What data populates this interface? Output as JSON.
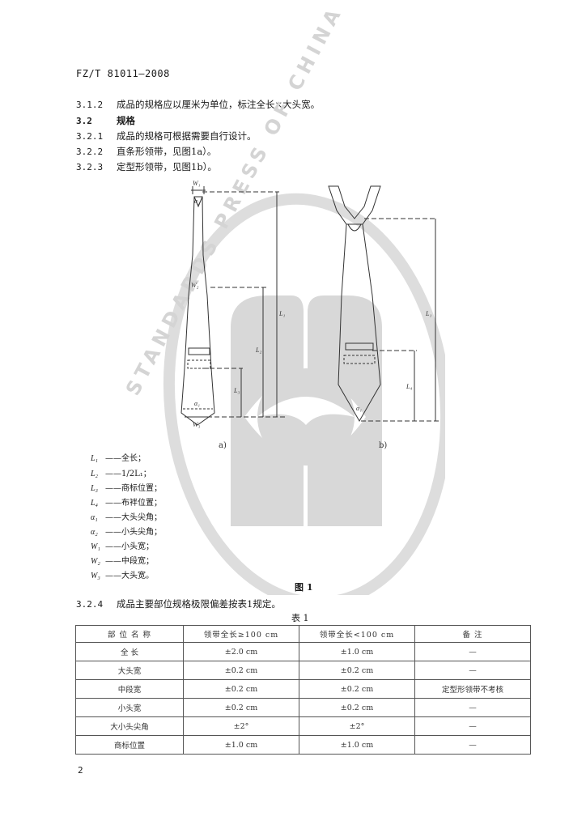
{
  "header": {
    "code": "FZ/T 81011—2008"
  },
  "lines": [
    {
      "num": "3.1.2",
      "text": "成品的规格应以厘米为单位，标注全长×大头宽。",
      "bold": false
    },
    {
      "num": "3.2",
      "text": "规格",
      "bold": true
    },
    {
      "num": "3.2.1",
      "text": "成品的规格可根据需要自行设计。",
      "bold": false
    },
    {
      "num": "3.2.2",
      "text": "直条形领带，见图1a）。",
      "bold": false
    },
    {
      "num": "3.2.3",
      "text": "定型形领带，见图1b）。",
      "bold": false
    }
  ],
  "watermark": {
    "text": "STANDARDS PRESS OF CHINA"
  },
  "figure": {
    "sub_a": "a)",
    "sub_b": "b)",
    "labels": {
      "W1": "W₁",
      "W2": "W₂",
      "W3": "W₃",
      "a1": "α₁",
      "a2": "α₂",
      "L1": "L₁",
      "L2": "L₂",
      "L3": "L₃",
      "L4": "L₄"
    }
  },
  "legend": [
    {
      "sym": "L₁",
      "desc": "——全长；"
    },
    {
      "sym": "L₂",
      "desc": "——1/2L₁；"
    },
    {
      "sym": "L₃",
      "desc": "——商标位置；"
    },
    {
      "sym": "L₄",
      "desc": "——布袢位置；"
    },
    {
      "sym": "α₁",
      "desc": "——大头尖角；"
    },
    {
      "sym": "α₂",
      "desc": "——小头尖角；"
    },
    {
      "sym": "W₁",
      "desc": "——小头宽；"
    },
    {
      "sym": "W₂",
      "desc": "——中段宽；"
    },
    {
      "sym": "W₃",
      "desc": "——大头宽。"
    }
  ],
  "figure_caption": "图 1",
  "section_324": {
    "num": "3.2.4",
    "text": "成品主要部位规格极限偏差按表1规定。"
  },
  "table": {
    "caption": "表 1",
    "headers": [
      "部 位 名 称",
      "领带全长≥100 cm",
      "领带全长<100 cm",
      "备    注"
    ],
    "rows": [
      [
        "全    长",
        "±2.0 cm",
        "±1.0 cm",
        "—"
      ],
      [
        "大头宽",
        "±0.2 cm",
        "±0.2 cm",
        "—"
      ],
      [
        "中段宽",
        "±0.2 cm",
        "±0.2 cm",
        "定型形领带不考核"
      ],
      [
        "小头宽",
        "±0.2 cm",
        "±0.2 cm",
        "—"
      ],
      [
        "大小头尖角",
        "±2°",
        "±2°",
        "—"
      ],
      [
        "商标位置",
        "±1.0 cm",
        "±1.0 cm",
        "—"
      ]
    ]
  },
  "page_number": "2"
}
